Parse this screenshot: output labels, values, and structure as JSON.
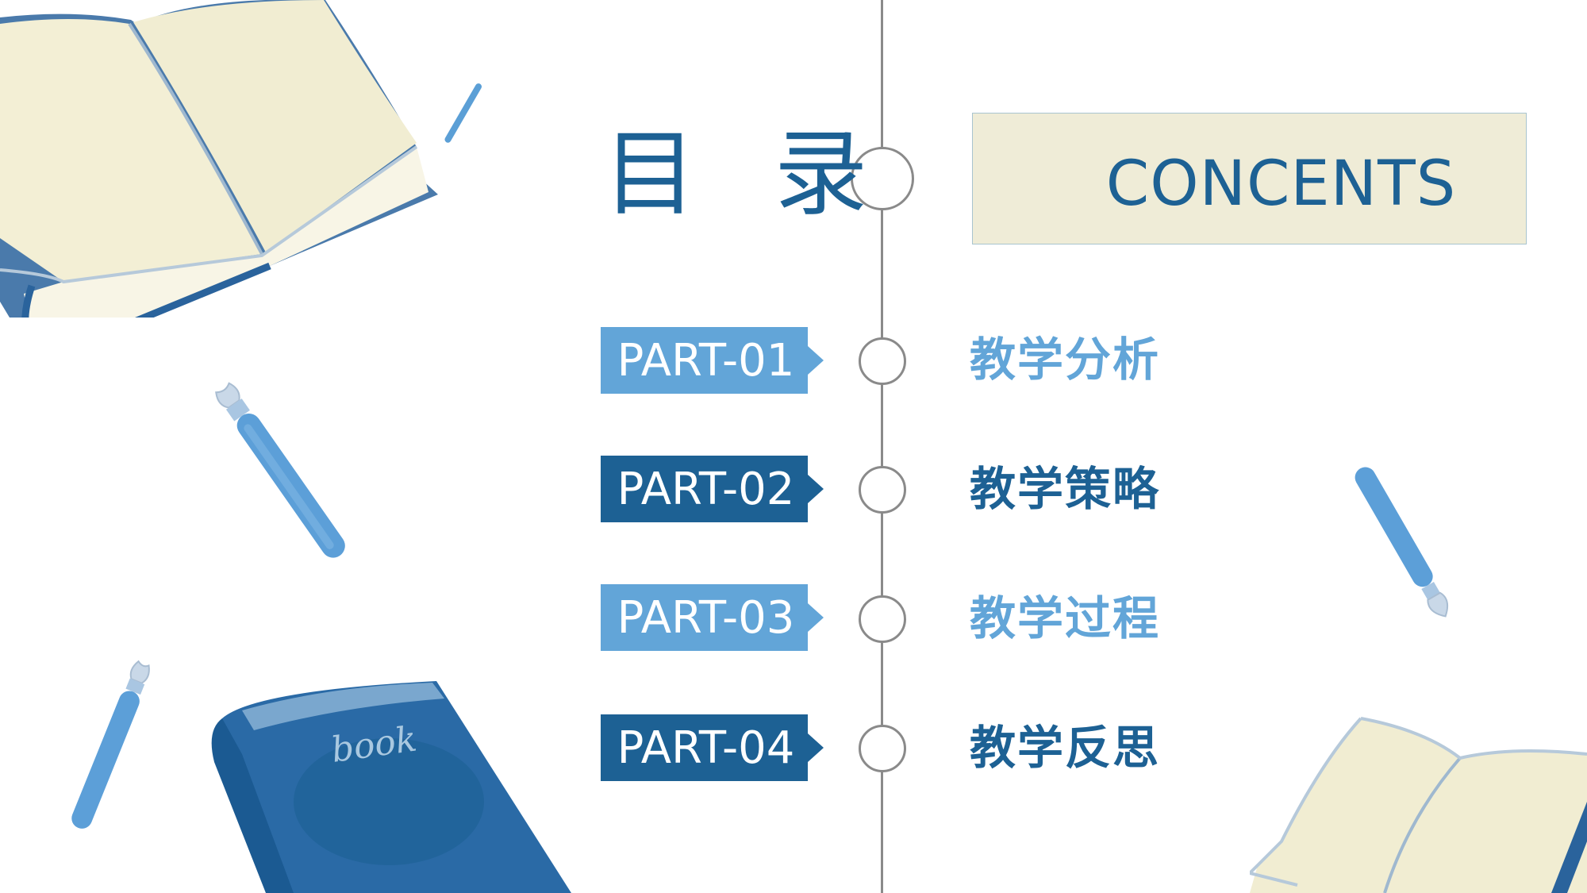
{
  "slide": {
    "title": "目 录",
    "subtitle_box": "CONCENTS",
    "colors": {
      "dark_blue": "#1d6194",
      "light_blue": "#62a5d8",
      "cream": "#efecd7",
      "timeline_gray": "#8a8a8a"
    },
    "items": [
      {
        "part": "PART-01",
        "label": "教学分析",
        "style": "light"
      },
      {
        "part": "PART-02",
        "label": "教学策略",
        "style": "dark"
      },
      {
        "part": "PART-03",
        "label": "教学过程",
        "style": "light"
      },
      {
        "part": "PART-04",
        "label": "教学反思",
        "style": "dark"
      }
    ],
    "decorations": {
      "closed_book_text": "book"
    }
  }
}
